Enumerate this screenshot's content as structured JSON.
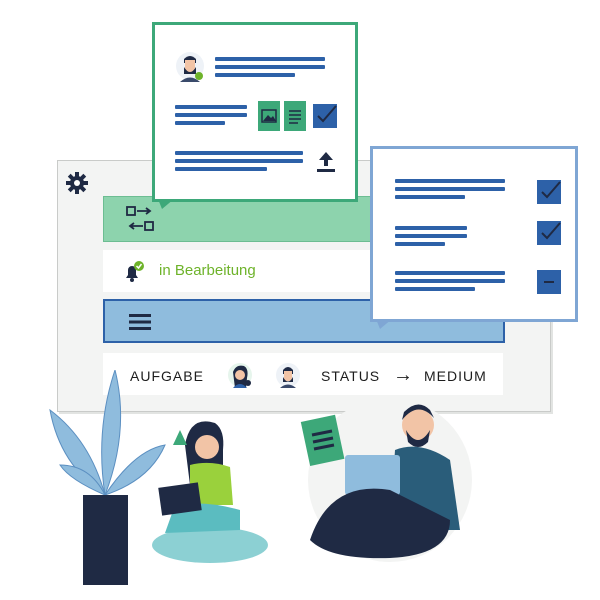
{
  "status_row": {
    "label": "in Bearbeitung"
  },
  "footer_row": {
    "task": "AUFGABE",
    "status": "STATUS",
    "arrow": "→",
    "priority": "MEDIUM"
  },
  "icons": {
    "gear": "gear-icon",
    "workflow": "workflow-arrows-icon",
    "bell": "bell-icon",
    "menu": "hamburger-menu-icon",
    "upload": "upload-icon",
    "checkbox": "checkbox-icon",
    "image_doc": "image-document-icon",
    "text_doc": "text-document-icon"
  },
  "colors": {
    "green": "#3da879",
    "light_green": "#8dd3ad",
    "blue": "#2d61a8",
    "light_blue": "#8fbcdd",
    "status_green": "#6eb32a",
    "teal": "#5bbcc0"
  },
  "checklist": {
    "states": [
      "checked",
      "checked",
      "partial"
    ]
  }
}
